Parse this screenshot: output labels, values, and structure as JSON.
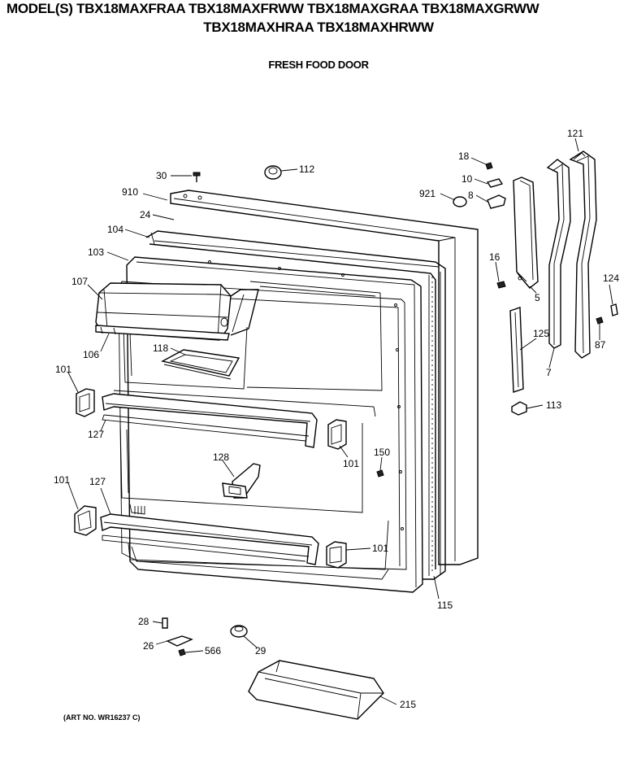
{
  "header": {
    "models_line1": "MODEL(S) TBX18MAXFRAA TBX18MAXFRWW TBX18MAXGRAA TBX18MAXGRWW",
    "models_line2": "TBX18MAXHRAA TBX18MAXHRWW",
    "section_title": "FRESH FOOD DOOR"
  },
  "footer": {
    "art_number": "(ART NO. WR16237 C)"
  },
  "parts": {
    "p30": "30",
    "p112": "112",
    "p910": "910",
    "p24": "24",
    "p104": "104",
    "p103": "103",
    "p107": "107",
    "p106": "106",
    "p118": "118",
    "p101a": "101",
    "p127a": "127",
    "p128": "128",
    "p101b": "101",
    "p127b": "127",
    "p101c": "101",
    "p101d": "101",
    "p150": "150",
    "p115": "115",
    "p28": "28",
    "p26": "26",
    "p566": "566",
    "p29": "29",
    "p215": "215",
    "p18": "18",
    "p10": "10",
    "p8": "8",
    "p921": "921",
    "p16": "16",
    "p5": "5",
    "p121": "121",
    "p124": "124",
    "p125": "125",
    "p7": "7",
    "p87": "87",
    "p113": "113"
  }
}
